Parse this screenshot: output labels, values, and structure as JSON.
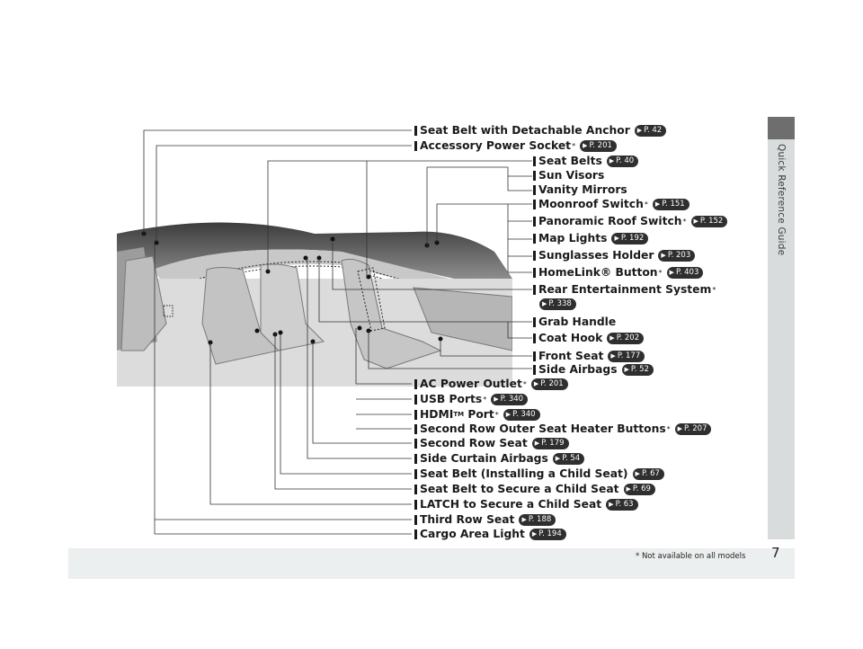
{
  "page": {
    "section_title": "Quick Reference Guide",
    "page_number": "7",
    "footnote": "* Not available on all models"
  },
  "labels_left": [
    {
      "text": "Seat Belt with Detachable Anchor",
      "star": false,
      "ref": "P. 42"
    },
    {
      "text": "Accessory Power Socket",
      "star": true,
      "ref": "P. 201"
    }
  ],
  "labels_right": [
    {
      "text": "Seat Belts",
      "star": false,
      "ref": "P. 40"
    },
    {
      "text": "Sun Visors",
      "star": false,
      "ref": ""
    },
    {
      "text": "Vanity Mirrors",
      "star": false,
      "ref": ""
    },
    {
      "text": "Moonroof Switch",
      "star": true,
      "ref": "P. 151"
    },
    {
      "text": "Panoramic Roof Switch",
      "star": true,
      "ref": "P. 152"
    },
    {
      "text": "Map Lights",
      "star": false,
      "ref": "P. 192"
    },
    {
      "text": "Sunglasses Holder",
      "star": false,
      "ref": "P. 203"
    },
    {
      "text": "HomeLink® Button",
      "star": true,
      "ref": "P. 403"
    },
    {
      "text": "Rear Entertainment System",
      "star": true,
      "ref": ""
    },
    {
      "text": "Grab Handle",
      "star": false,
      "ref": ""
    },
    {
      "text": "Coat Hook",
      "star": false,
      "ref": "P. 202"
    },
    {
      "text": "Front Seat",
      "star": false,
      "ref": "P. 177"
    },
    {
      "text": "Side Airbags",
      "star": false,
      "ref": "P. 52"
    }
  ],
  "rear_entertainment_ref": "P. 338",
  "labels_bottom": [
    {
      "text": "AC Power Outlet",
      "star": true,
      "ref": "P. 201"
    },
    {
      "text": "USB Ports",
      "star": true,
      "ref": "P. 340"
    },
    {
      "text": "HDMI",
      "tm": "TM",
      "text2": " Port",
      "star": true,
      "ref": "P. 340"
    },
    {
      "text": "Second Row Outer Seat Heater Buttons",
      "star": true,
      "ref": "P. 207"
    },
    {
      "text": "Second Row Seat",
      "star": false,
      "ref": "P. 179"
    },
    {
      "text": "Side Curtain Airbags",
      "star": false,
      "ref": "P. 54"
    },
    {
      "text": "Seat Belt (Installing a Child Seat)",
      "star": false,
      "ref": "P. 67"
    },
    {
      "text": "Seat Belt to Secure a Child Seat",
      "star": false,
      "ref": "P. 69"
    },
    {
      "text": "LATCH to Secure a Child Seat",
      "star": false,
      "ref": "P. 63"
    },
    {
      "text": "Third Row Seat",
      "star": false,
      "ref": "P. 188"
    },
    {
      "text": "Cargo Area Light",
      "star": false,
      "ref": "P. 194"
    }
  ],
  "colors": {
    "sidebar": "#d9dcdc",
    "sidebar_top": "#6e6e6e",
    "footer": "#ecefef",
    "ref_pill": "#2f2f2f"
  }
}
